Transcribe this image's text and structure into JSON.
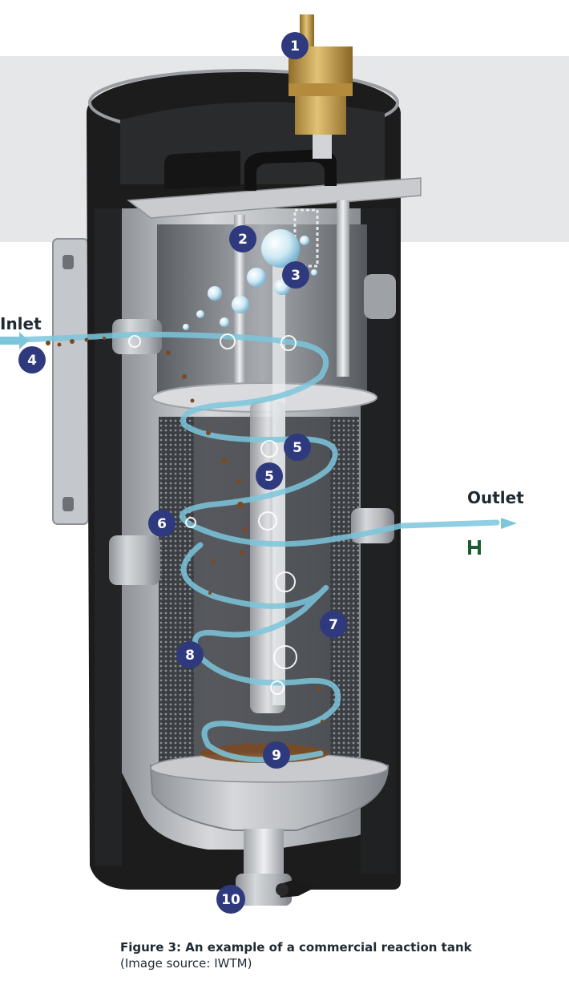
{
  "labels": {
    "inlet": "Inlet",
    "outlet": "Outlet"
  },
  "markers": [
    {
      "number": "1"
    },
    {
      "number": "2"
    },
    {
      "number": "3"
    },
    {
      "number": "4"
    },
    {
      "number": "5"
    },
    {
      "number": "5"
    },
    {
      "number": "6"
    },
    {
      "number": "7"
    },
    {
      "number": "8"
    },
    {
      "number": "9"
    },
    {
      "number": "10"
    }
  ],
  "caption": {
    "title": "Figure 3: An example of a commercial reaction tank",
    "source": "(Image source: IWTM)"
  },
  "colors": {
    "marker": "#2e3a7d",
    "water_flow": "#7cc6dc",
    "sediment": "#7a4a24",
    "shell": "#1c1c1c",
    "steel": "#b9bcc0",
    "brass": "#c9a451",
    "backdrop": "#e6e7e8"
  },
  "icons": {
    "logo": "h-logo-icon"
  }
}
